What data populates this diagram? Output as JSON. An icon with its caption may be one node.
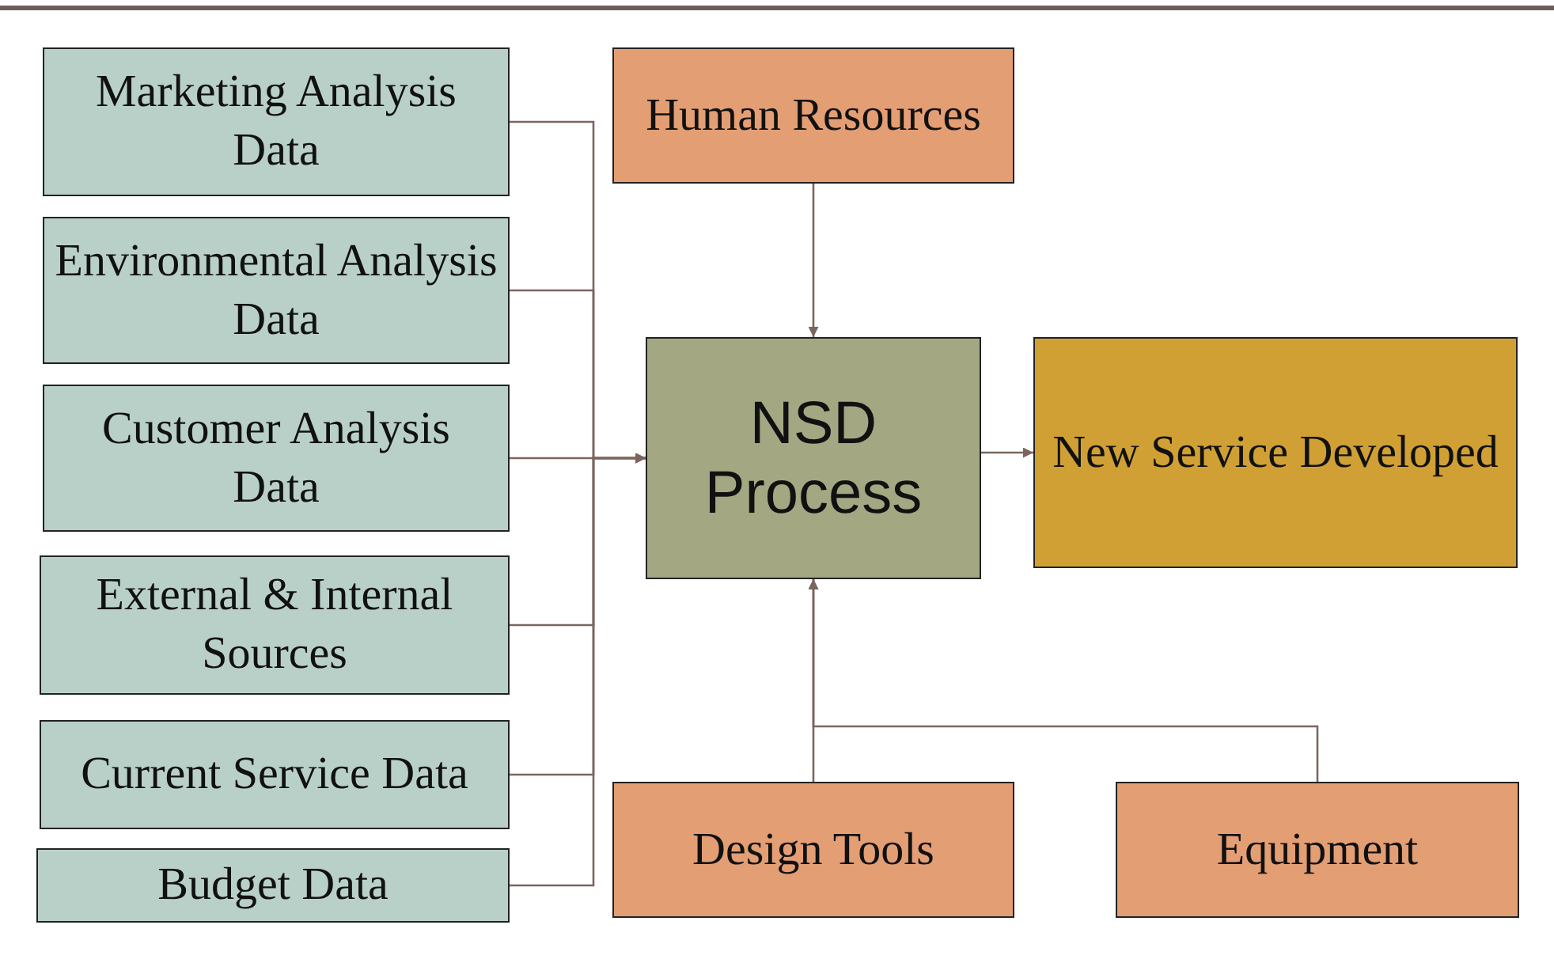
{
  "diagram": {
    "nodes": [
      {
        "text": [
          "Marketing Analysis Data"
        ]
      },
      {
        "text": [
          "Environmental Analysis Data"
        ]
      },
      {
        "text": [
          "Customer Analysis Data"
        ]
      },
      {
        "text": [
          "External & Internal Sources"
        ]
      },
      {
        "text": [
          "Current Service Data"
        ]
      },
      {
        "text": [
          "Budget Data"
        ]
      },
      {
        "text": [
          "Human Resources"
        ]
      },
      {
        "text": [
          "NSD Process"
        ]
      },
      {
        "text": [
          "New Service Developed"
        ]
      },
      {
        "text": [
          "Design Tools"
        ]
      },
      {
        "text": [
          "Equipment"
        ]
      }
    ],
    "edges": [
      {
        "from": 0,
        "to": 7,
        "arrow": "to"
      },
      {
        "from": 1,
        "to": 7,
        "arrow": "to"
      },
      {
        "from": 2,
        "to": 7,
        "arrow": "to"
      },
      {
        "from": 3,
        "to": 7,
        "arrow": "to"
      },
      {
        "from": 4,
        "to": 7,
        "arrow": "to"
      },
      {
        "from": 5,
        "to": 7,
        "arrow": "to"
      },
      {
        "from": 6,
        "to": 7,
        "arrow": "to"
      },
      {
        "from": 7,
        "to": 8,
        "arrow": "to"
      },
      {
        "from": 9,
        "to": 7,
        "arrow": "to"
      },
      {
        "from": 10,
        "to": 7,
        "arrow": "to"
      }
    ]
  }
}
